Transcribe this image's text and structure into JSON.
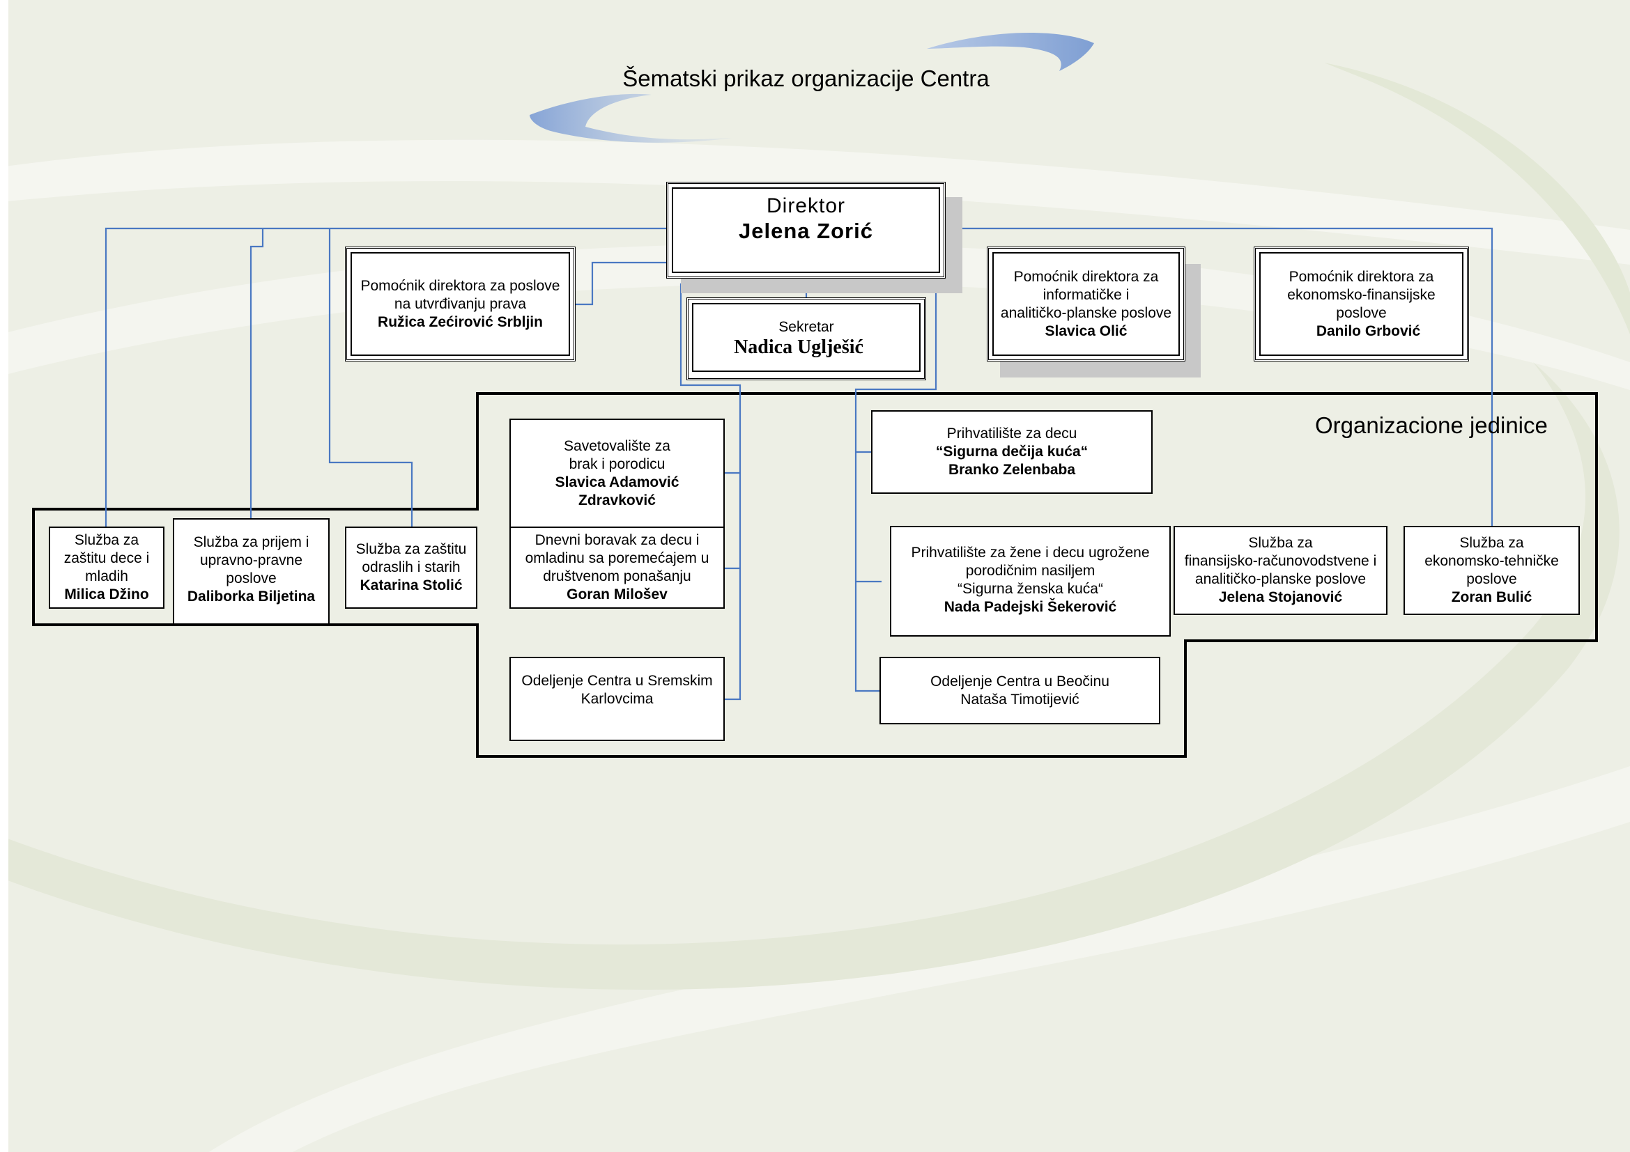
{
  "title": "Šematski prikaz organizacije Centra",
  "org_units_label": "Organizacione jedinice",
  "colors": {
    "background": "#eef0e6",
    "connector": "#4a78c2",
    "box_border": "#000000",
    "shadow": "#c8c8c8"
  },
  "director": {
    "role": "Direktor",
    "name": "Jelena Zorić"
  },
  "secretary": {
    "role": "Sekretar",
    "name": "Nadica Uglješić"
  },
  "assistants": [
    {
      "lines": [
        "Pomoćnik direktora za poslove",
        "na utvrđivanju prava"
      ],
      "name": "Ružica Zećirović Srbljin"
    },
    {
      "lines": [
        "Pomoćnik direktora za",
        "informatičke i",
        "analitičko-planske poslove"
      ],
      "name": "Slavica Olić"
    },
    {
      "lines": [
        "Pomoćnik direktora za",
        "ekonomsko-finansijske",
        "poslove"
      ],
      "name": "Danilo Grbović"
    }
  ],
  "services_left": [
    {
      "lines": [
        "Služba za",
        "zaštitu  dece i",
        "mladih"
      ],
      "name": "Milica Džino"
    },
    {
      "lines": [
        "Služba za prijem i",
        "upravno-pravne",
        "poslove"
      ],
      "name": "Daliborka Biljetina"
    },
    {
      "lines": [
        "Služba za zaštitu",
        "odraslih i starih"
      ],
      "name": "Katarina Stolić"
    }
  ],
  "units_center": [
    {
      "lines": [
        "Savetovalište za",
        "brak i porodicu"
      ],
      "name_lines": [
        "Slavica Adamović",
        "Zdravković"
      ]
    },
    {
      "lines": [
        "Dnevni boravak za decu i",
        "omladinu sa poremećajem u",
        "društvenom ponašanju"
      ],
      "name_lines": [
        "Goran Milošev"
      ]
    },
    {
      "lines": [
        "Odeljenje Centra u Sremskim",
        "Karlovcima"
      ],
      "name_lines": []
    }
  ],
  "units_right": [
    {
      "lines": [
        "Prihvatilište za decu"
      ],
      "name_lines": [
        "“Sigurna dečija  kuća“",
        "Branko Zelenbaba"
      ]
    },
    {
      "lines": [
        "Prihvatilište  za žene i decu ugrožene",
        "porodičnim nasiljem",
        "“Sigurna ženska kuća“"
      ],
      "name_lines": [
        "Nada Padejski Šekerović"
      ]
    },
    {
      "lines": [
        "Odeljenje Centra u Beočinu",
        "Nataša Timotijević"
      ],
      "name_lines": []
    }
  ],
  "services_right": [
    {
      "lines": [
        "Služba za",
        "finansijsko-računovodstvene i",
        "analitičko-planske poslove"
      ],
      "name": "Jelena Stojanović"
    },
    {
      "lines": [
        "Služba za",
        "ekonomsko-tehničke",
        "poslove"
      ],
      "name": "Zoran Bulić"
    }
  ]
}
